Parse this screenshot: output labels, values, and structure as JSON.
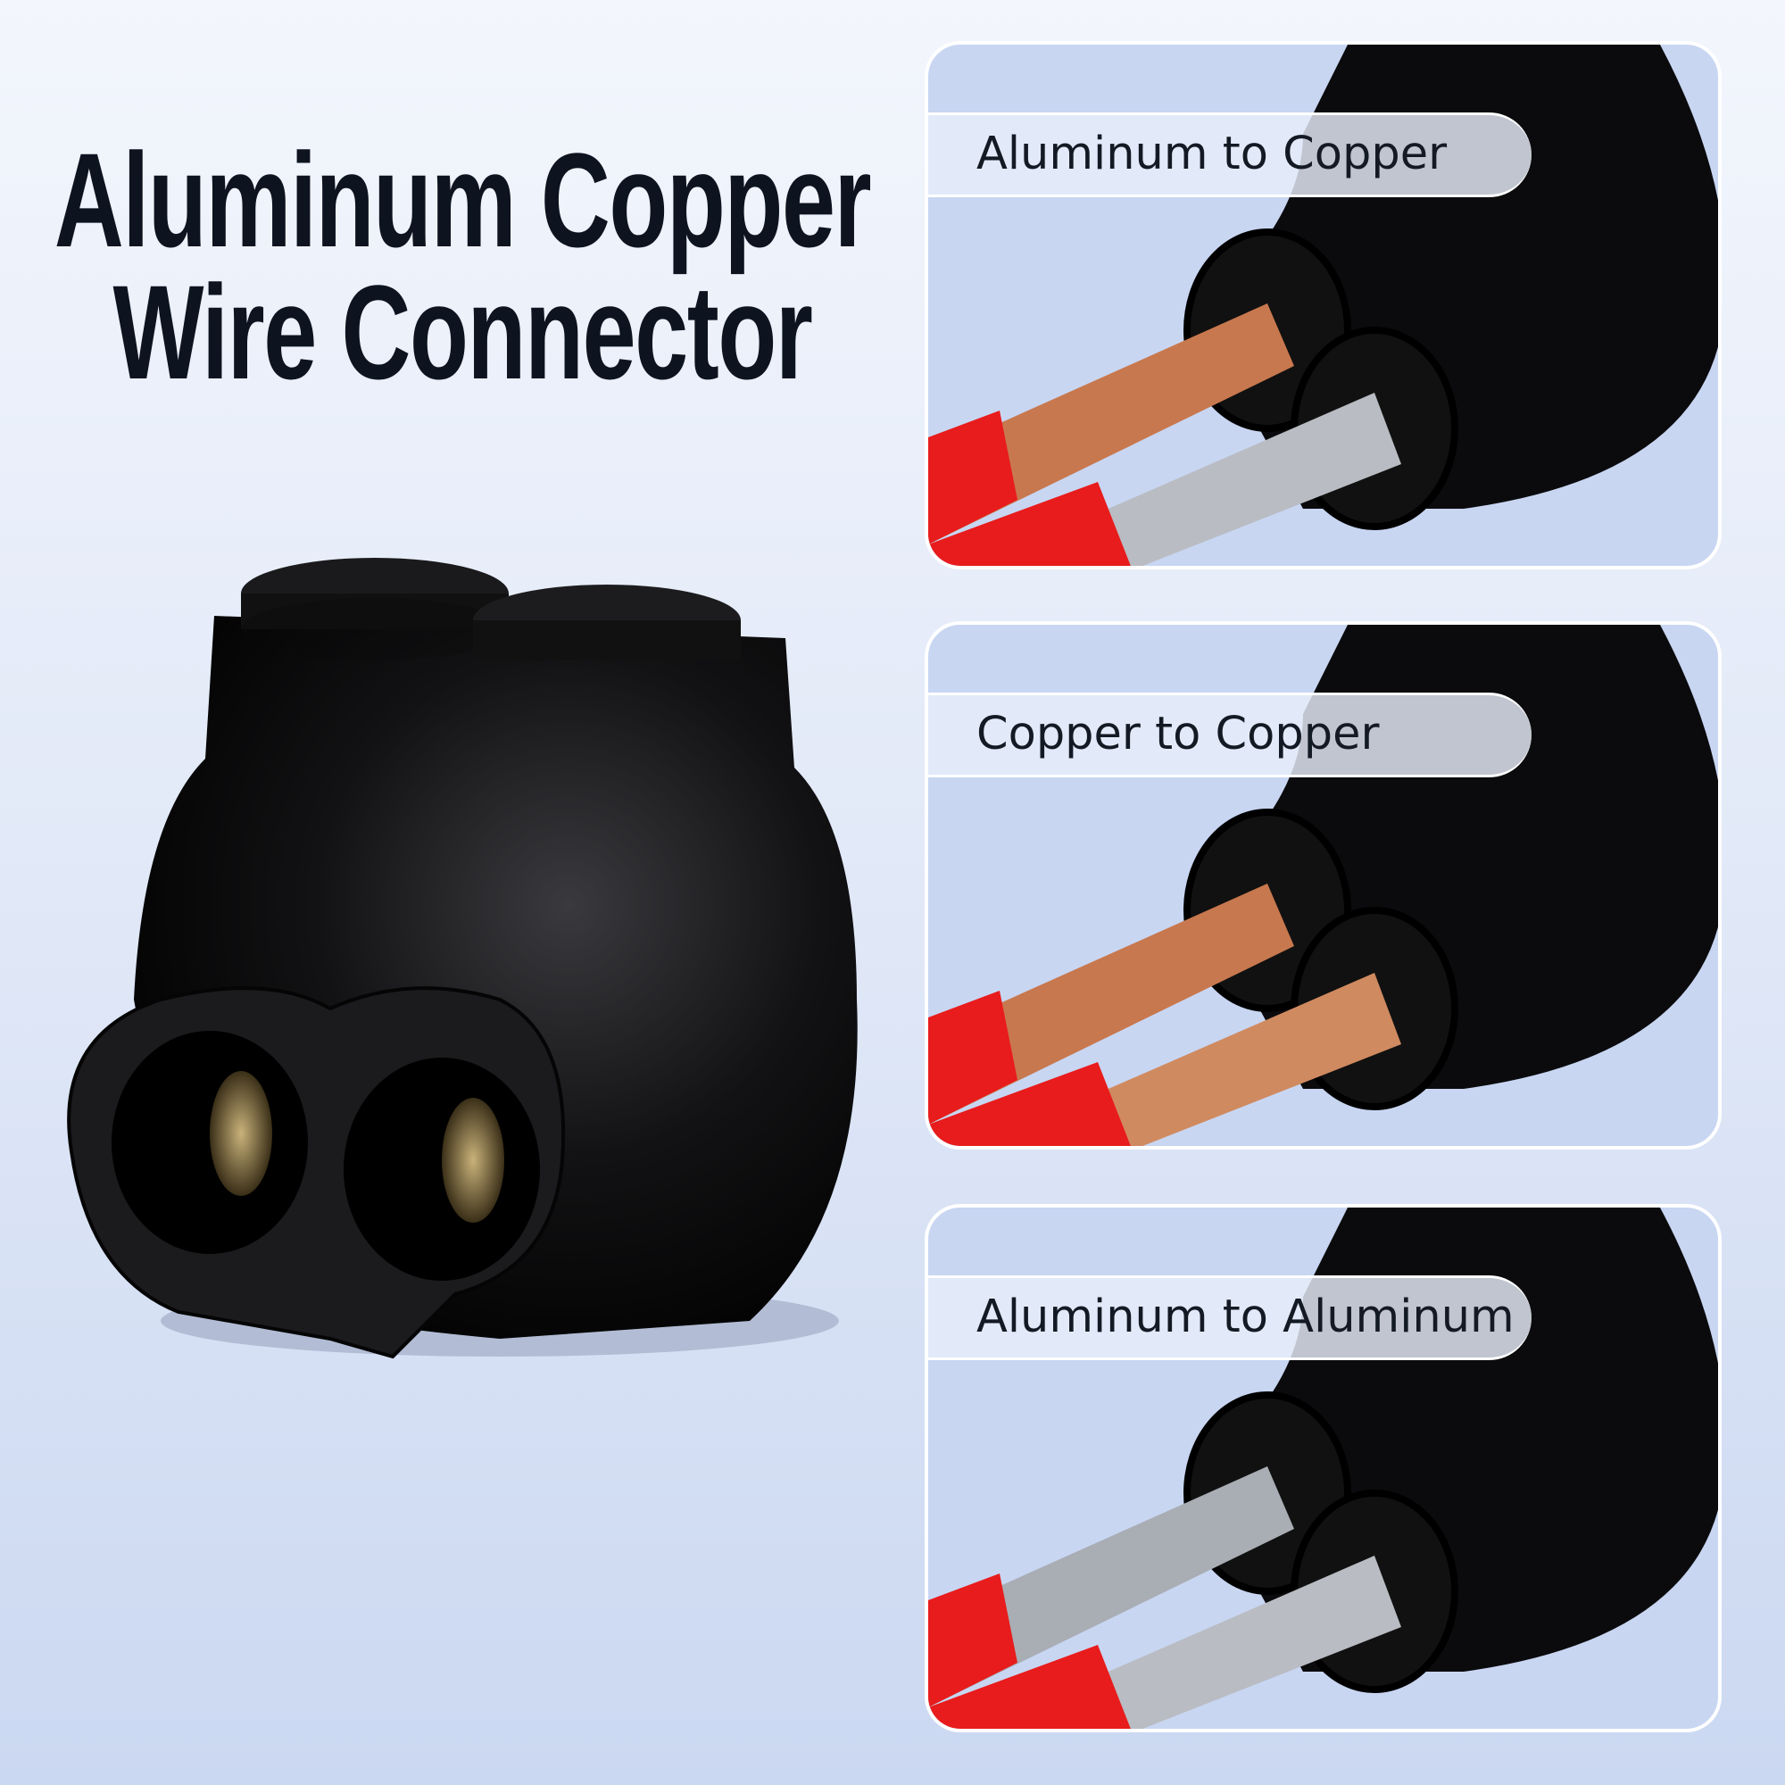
{
  "title": {
    "line1": "Aluminum Copper",
    "line2": "Wire Connector"
  },
  "panels": [
    {
      "label": "Aluminum to Copper",
      "wire_top": "copper",
      "wire_bottom": "aluminum"
    },
    {
      "label": "Copper to Copper",
      "wire_top": "copper",
      "wire_bottom": "copper"
    },
    {
      "label": "Aluminum to Aluminum",
      "wire_top": "aluminum",
      "wire_bottom": "aluminum"
    }
  ],
  "colors": {
    "connector": "#0b0b0d",
    "insulation": "#e81c1c",
    "copper": "#c8784e",
    "aluminum": "#b9bcc2",
    "panel_bg": "#c8d6f2"
  }
}
